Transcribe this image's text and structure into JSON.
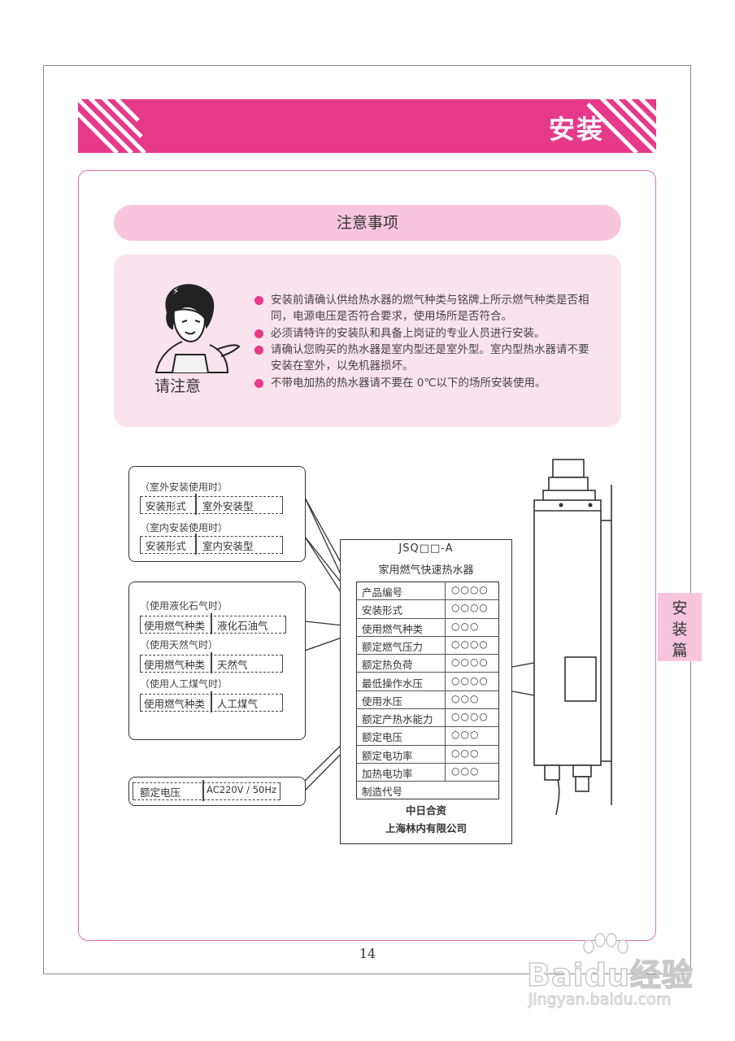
{
  "section_title": "安装",
  "notice": {
    "title": "注意事项",
    "caption": "请注意",
    "items": [
      {
        "line1": "安装前请确认供给热水器的燃气种类与铭牌上所示燃气种类是否相",
        "line2": "同，电源电压是否符合要求，使用场所是否符合。"
      },
      {
        "line1": "必须请特许的安装队和具备上岗证的专业人员进行安装。",
        "line2": ""
      },
      {
        "line1": "请确认您购买的热水器是室内型还是室外型。室内型热水器请不要",
        "line2": "安装在室外，以免机器损坏。"
      },
      {
        "line1": "不带电加热的热水器请不要在 0℃以下的场所安装使用。",
        "line2": ""
      }
    ]
  },
  "callout_install": {
    "outdoor_caption": "（室外安装使用时）",
    "outdoor_label": "安装形式",
    "outdoor_value": "室外安装型",
    "indoor_caption": "（室内安装使用时）",
    "indoor_label": "安装形式",
    "indoor_value": "室内安装型"
  },
  "callout_gas": {
    "lpg_caption": "（使用液化石气时）",
    "lpg_label": "使用燃气种类",
    "lpg_value": "液化石油气",
    "ng_caption": "（使用天然气时）",
    "ng_label": "使用燃气种类",
    "ng_value": "天然气",
    "coal_caption": "（使用人工煤气时）",
    "coal_label": "使用燃气种类",
    "coal_value": "人工煤气"
  },
  "callout_voltage": {
    "label": "额定电压",
    "value": "AC220V / 50Hz"
  },
  "nameplate": {
    "model": "JSQ□□-A",
    "product_name": "家用燃气快速热水器",
    "rows": [
      {
        "label": "产品编号",
        "value": "○○○○"
      },
      {
        "label": "安装形式",
        "value": "○○○○"
      },
      {
        "label": "使用燃气种类",
        "value": "○○○"
      },
      {
        "label": "额定燃气压力",
        "value": "○○○○"
      },
      {
        "label": "额定热负荷",
        "value": "○○○○"
      },
      {
        "label": "最低操作水压",
        "value": "○○○○"
      },
      {
        "label": "使用水压",
        "value": "○○○"
      },
      {
        "label": "额定产热水能力",
        "value": "○○○○"
      },
      {
        "label": "额定电压",
        "value": "○○○"
      },
      {
        "label": "额定电功率",
        "value": "○○○"
      },
      {
        "label": "加热电功率",
        "value": "○○○"
      },
      {
        "label": "制造代号",
        "value": ""
      }
    ],
    "footer1": "中日合资",
    "footer2": "上海林内有限公司"
  },
  "side_tab": {
    "char1": "安",
    "char2": "装",
    "char3": "篇"
  },
  "page_number": "14",
  "watermark": {
    "logo": "Baidu经验",
    "url": "jingyan.baidu.com"
  },
  "colors": {
    "accent": "#e6398a",
    "panel": "#fbe3ee",
    "header": "#f7c6dc"
  }
}
